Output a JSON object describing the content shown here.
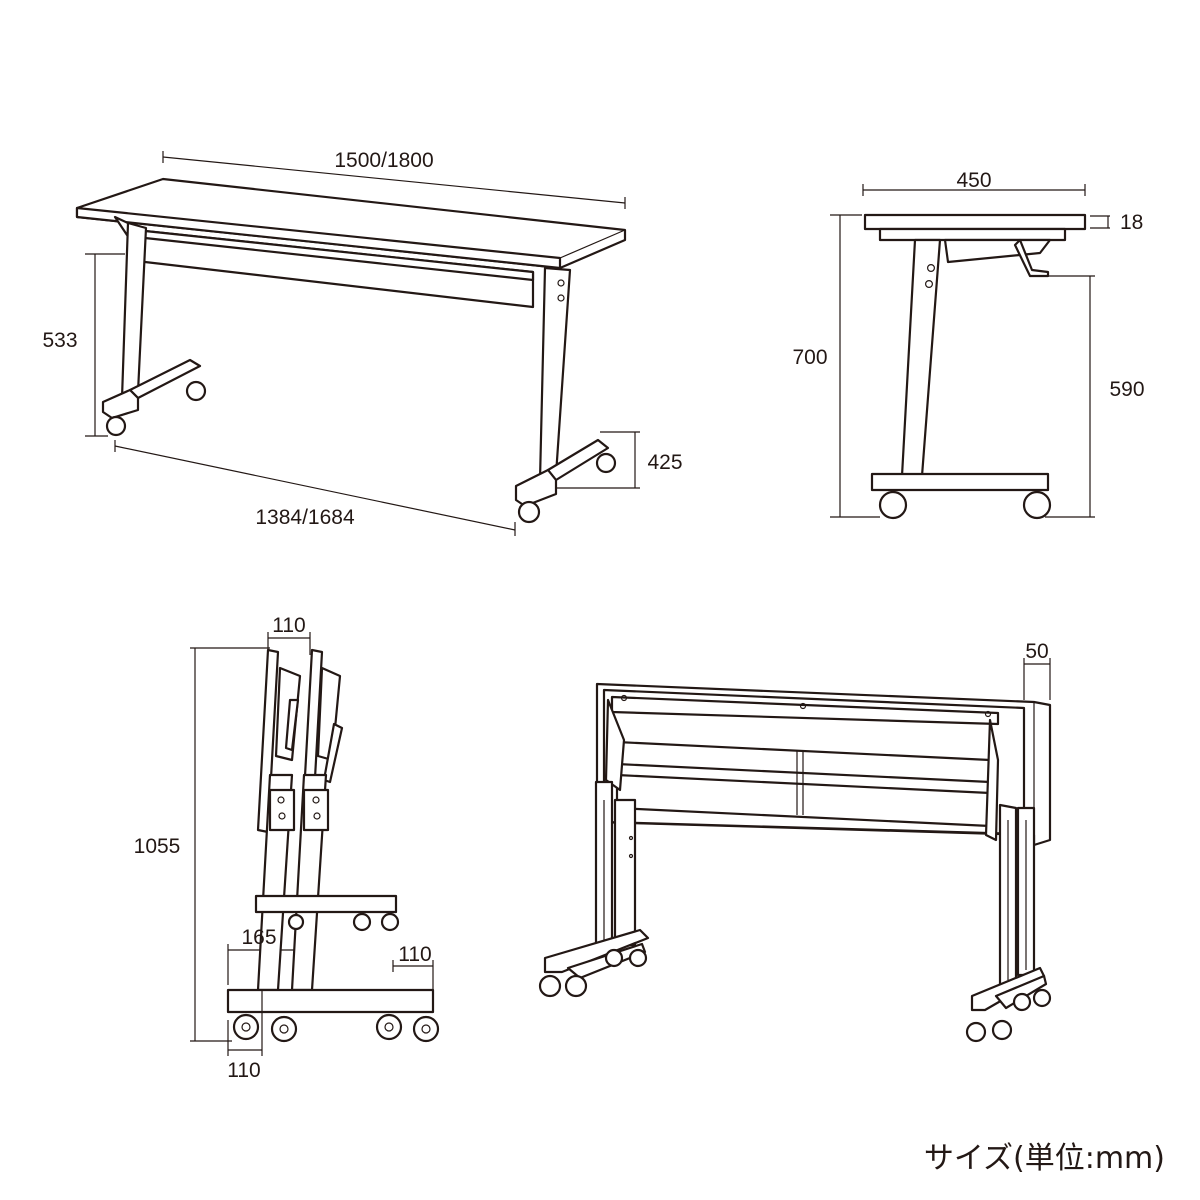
{
  "caption": "サイズ(単位:mm)",
  "views": {
    "perspective": {
      "width": "1500/1800",
      "height": "533",
      "leg_span": "1384/1684",
      "base_depth": "425"
    },
    "side": {
      "depth": "450",
      "top_thickness": "18",
      "total_height": "700",
      "under_clearance": "590"
    },
    "folded_side": {
      "folded_depth": "110",
      "folded_height": "1055",
      "base_depth_a": "165",
      "caster_a": "110",
      "caster_b": "110"
    },
    "folded_perspective": {
      "folded_thickness": "50"
    }
  }
}
